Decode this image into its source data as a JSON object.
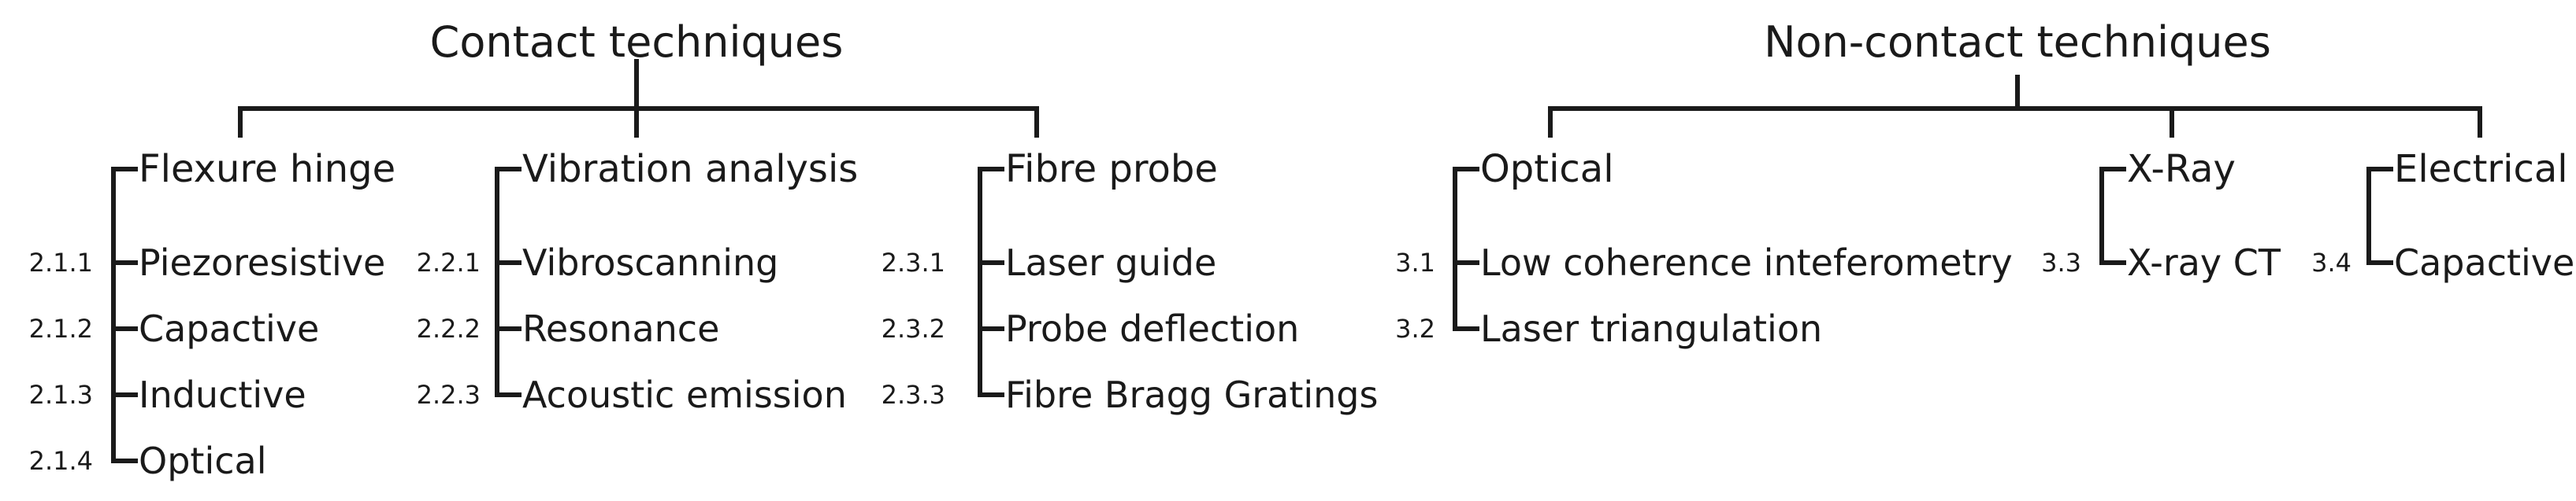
{
  "trees": [
    {
      "title": "Contact techniques",
      "groups": [
        {
          "label": "Flexure hinge",
          "items": [
            {
              "num": "2.1.1",
              "label": "Piezoresistive"
            },
            {
              "num": "2.1.2",
              "label": "Capactive"
            },
            {
              "num": "2.1.3",
              "label": "Inductive"
            },
            {
              "num": "2.1.4",
              "label": "Optical"
            }
          ]
        },
        {
          "label": "Vibration analysis",
          "items": [
            {
              "num": "2.2.1",
              "label": "Vibroscanning"
            },
            {
              "num": "2.2.2",
              "label": "Resonance"
            },
            {
              "num": "2.2.3",
              "label": "Acoustic emission"
            }
          ]
        },
        {
          "label": "Fibre probe",
          "items": [
            {
              "num": "2.3.1",
              "label": "Laser guide"
            },
            {
              "num": "2.3.2",
              "label": "Probe deflection"
            },
            {
              "num": "2.3.3",
              "label": "Fibre Bragg Gratings"
            }
          ]
        }
      ]
    },
    {
      "title": "Non-contact techniques",
      "groups": [
        {
          "label": "Optical",
          "items": [
            {
              "num": "3.1",
              "label": "Low coherence inteferometry"
            },
            {
              "num": "3.2",
              "label": "Laser triangulation"
            }
          ]
        },
        {
          "label": "X-Ray",
          "items": [
            {
              "num": "3.3",
              "label": "X-ray CT"
            }
          ]
        },
        {
          "label": "Electrical",
          "items": [
            {
              "num": "3.4",
              "label": "Capactive"
            }
          ]
        }
      ]
    }
  ]
}
